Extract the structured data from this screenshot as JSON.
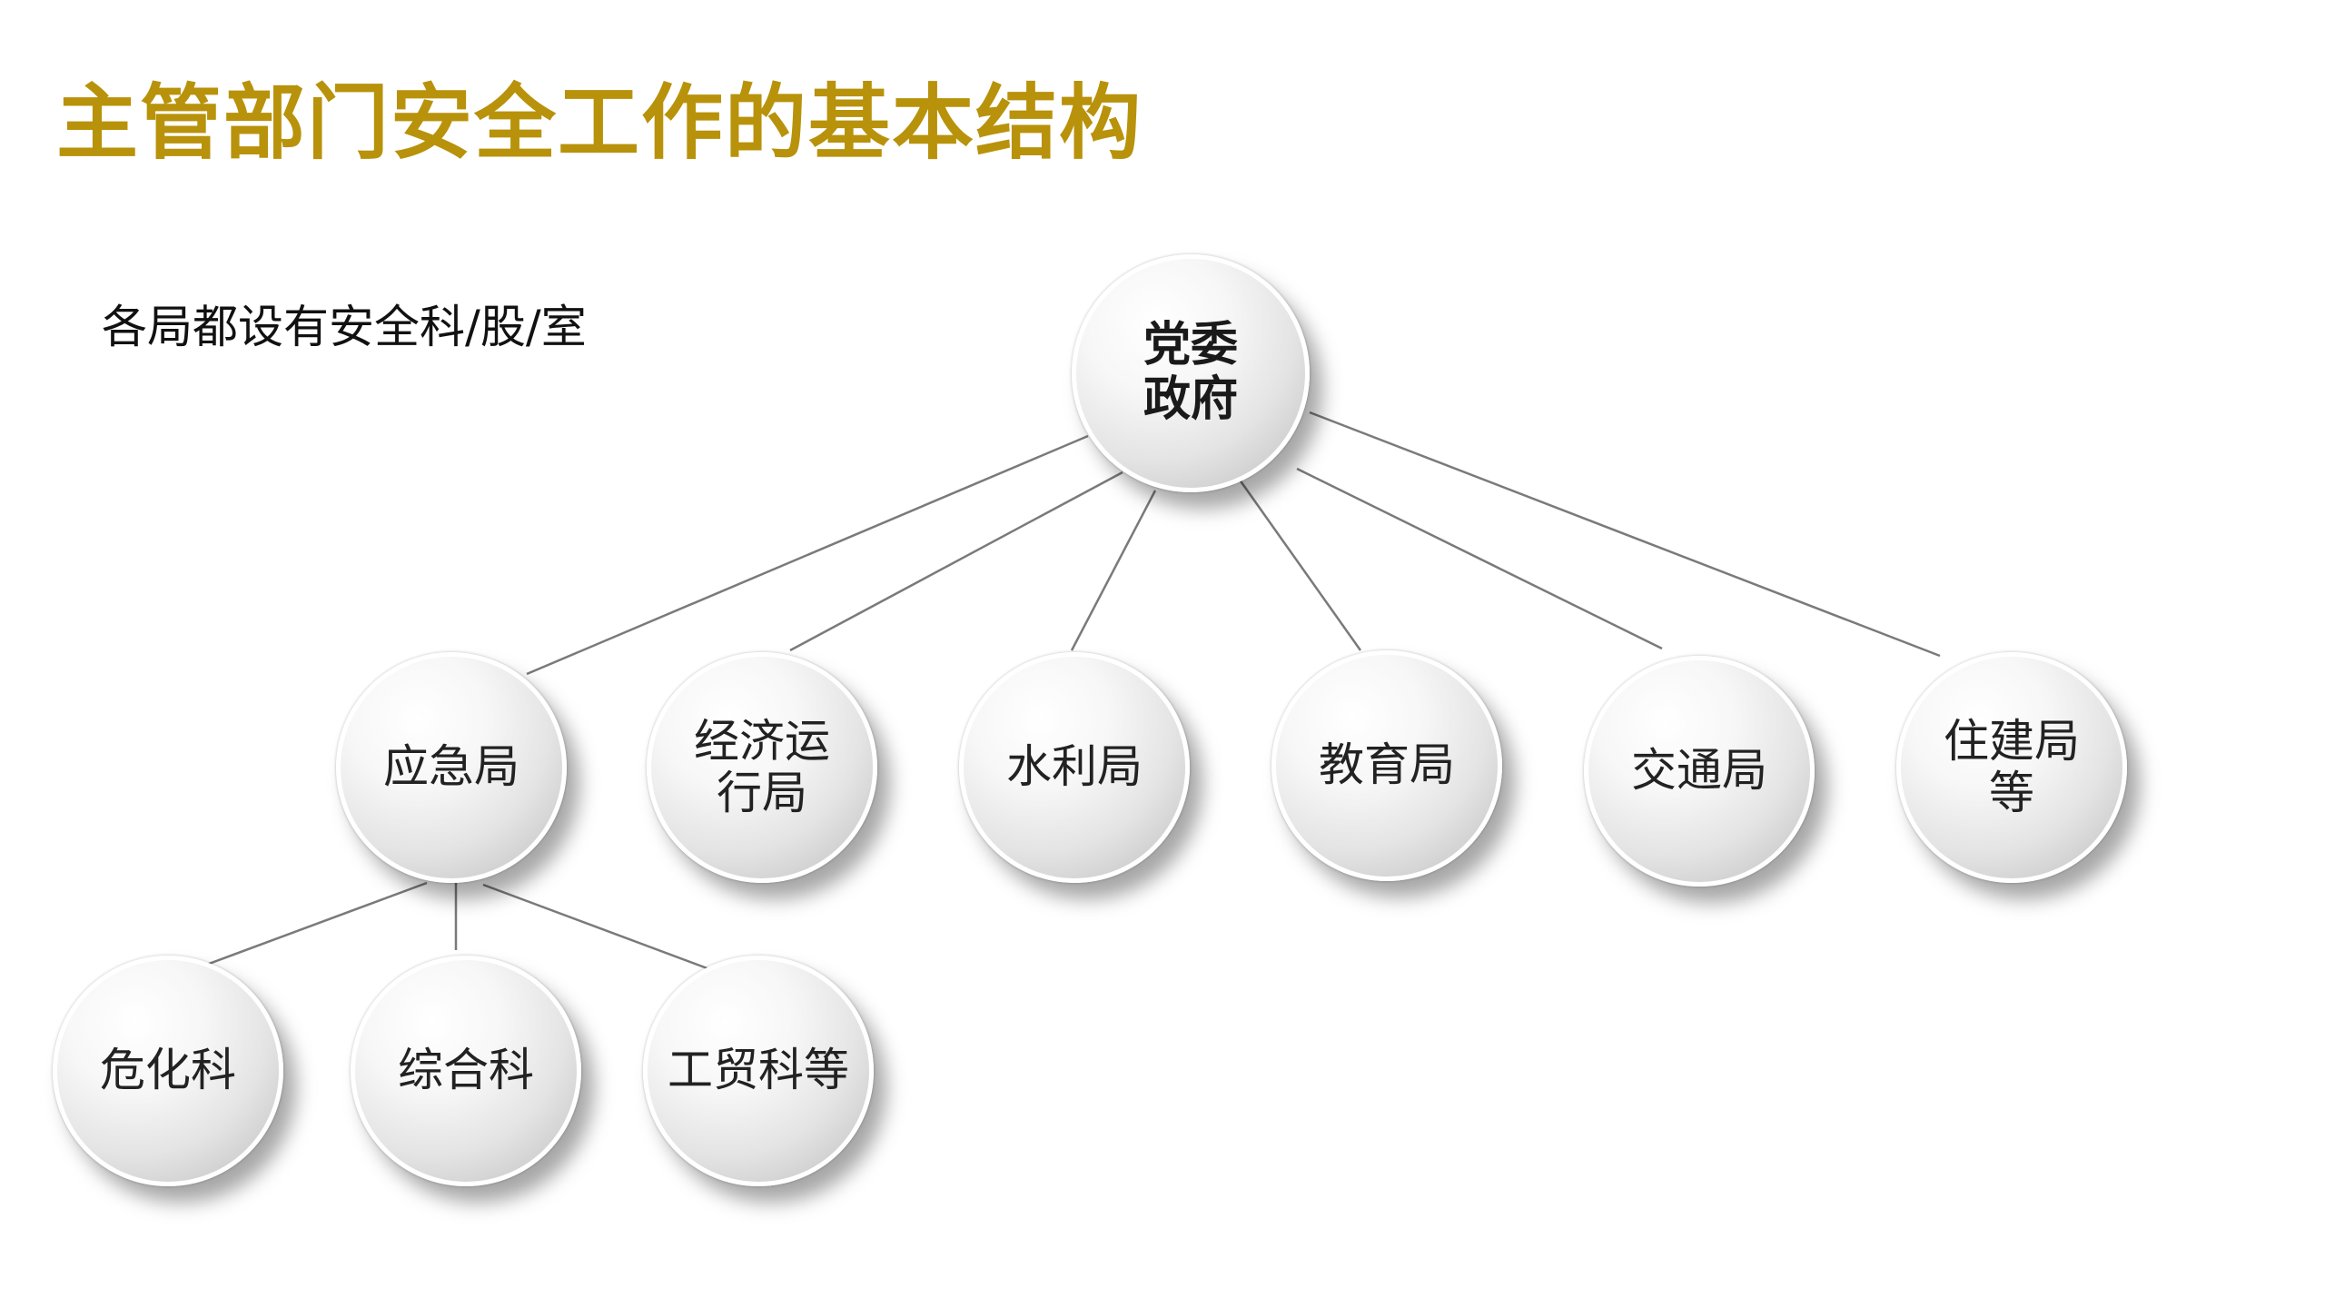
{
  "title": "主管部门安全工作的基本结构",
  "subtitle": "各局都设有安全科/股/室",
  "diagram": {
    "root": {
      "id": "root",
      "label": "党委\n政府"
    },
    "level1": [
      {
        "id": "emergency",
        "label": "应急局"
      },
      {
        "id": "economy",
        "label": "经济运\n行局"
      },
      {
        "id": "water",
        "label": "水利局"
      },
      {
        "id": "education",
        "label": "教育局"
      },
      {
        "id": "transport",
        "label": "交通局"
      },
      {
        "id": "housing",
        "label": "住建局\n等"
      }
    ],
    "level2": [
      {
        "id": "hazchem",
        "label": "危化科",
        "parent": "emergency"
      },
      {
        "id": "general",
        "label": "综合科",
        "parent": "emergency"
      },
      {
        "id": "industry",
        "label": "工贸科等",
        "parent": "emergency"
      }
    ]
  }
}
